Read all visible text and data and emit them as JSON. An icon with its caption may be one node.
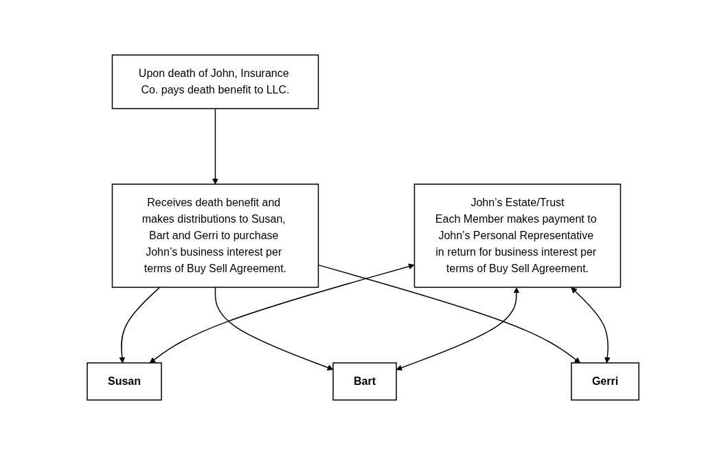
{
  "diagram": {
    "nodes": [
      {
        "text": [
          "Upon death of John, Insurance Co. pays death benefit to LLC."
        ]
      },
      {
        "text": [
          "Receives death benefit and makes distributions to Susan, Bart and Gerri to purchase John’s business interest per terms of Buy Sell Agreement."
        ]
      },
      {
        "text": [
          "John’s Estate/Trust",
          "Each Member makes payment to John’s Personal Representative in return for business interest per terms of Buy Sell Agreement."
        ]
      },
      {
        "text": [
          "Susan"
        ]
      },
      {
        "text": [
          "Bart"
        ]
      },
      {
        "text": [
          "Gerri"
        ]
      }
    ],
    "edges": [
      {
        "from": 0,
        "to": 1,
        "arrow": "to"
      },
      {
        "from": 1,
        "to": 3,
        "arrow": "to"
      },
      {
        "from": 1,
        "to": 4,
        "arrow": "to"
      },
      {
        "from": 1,
        "to": 5,
        "arrow": "to"
      },
      {
        "from": 2,
        "to": 3,
        "arrow": "both"
      },
      {
        "from": 2,
        "to": 4,
        "arrow": "both"
      },
      {
        "from": 2,
        "to": 5,
        "arrow": "both"
      }
    ]
  }
}
